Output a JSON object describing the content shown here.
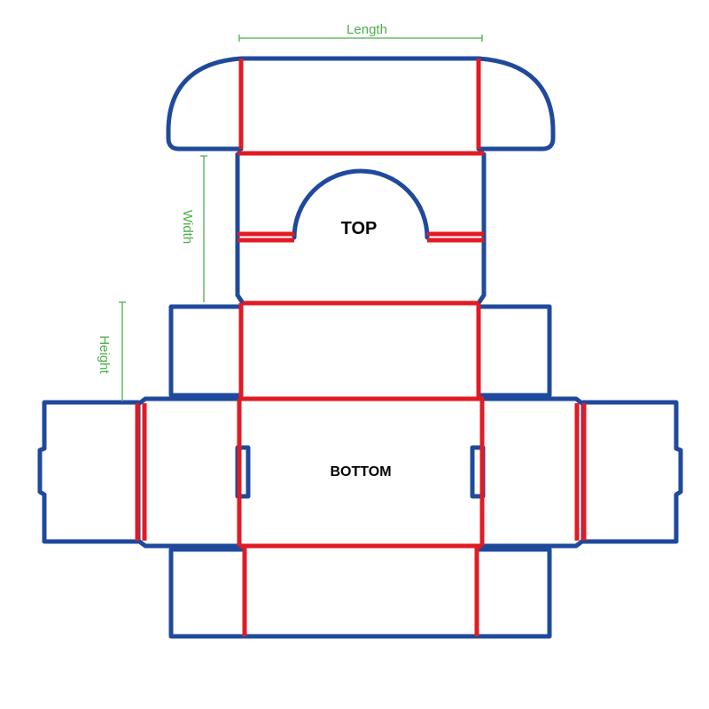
{
  "colors": {
    "cut_line": "#1f4a9c",
    "fold_line": "#e01b24",
    "dimension": "#4cae4c",
    "label": "#000000"
  },
  "dimensions": {
    "length": "Length",
    "width": "Width",
    "height": "Height"
  },
  "panels": {
    "top": "TOP",
    "bottom": "BOTTOM"
  }
}
